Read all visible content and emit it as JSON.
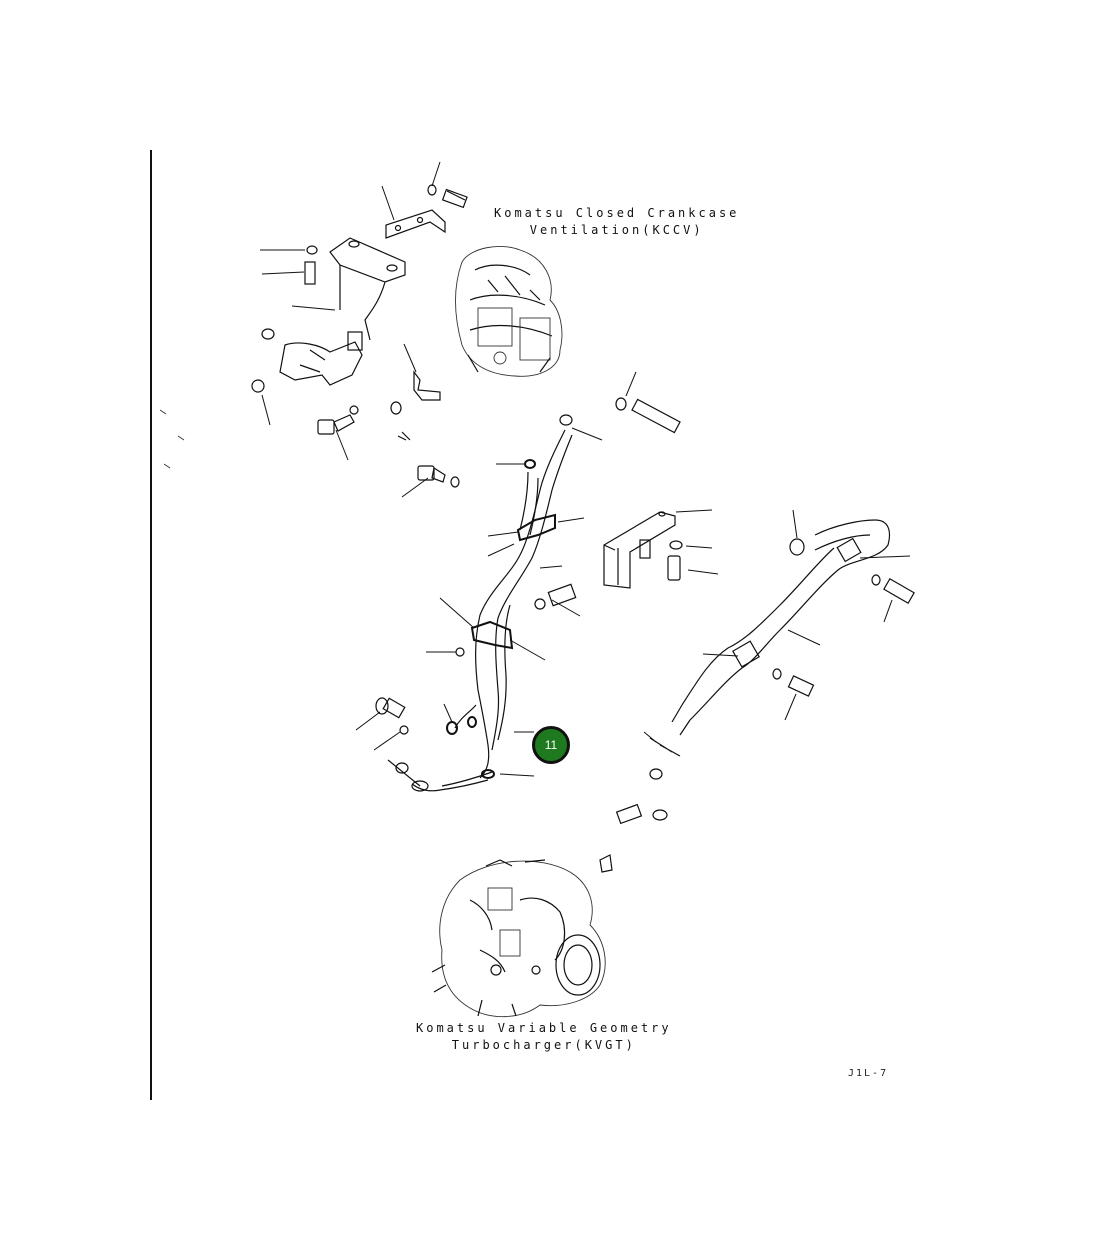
{
  "captions": {
    "ccv_line1": "Komatsu Closed Crankcase",
    "ccv_line2": "Ventilation(KCCV)",
    "vgt_line1": "Komatsu Variable Geometry",
    "vgt_line2": "Turbocharger(KVGT)"
  },
  "callout": {
    "label": "11",
    "color": "#1f7a1f"
  },
  "sheet_id": "J1L-7"
}
